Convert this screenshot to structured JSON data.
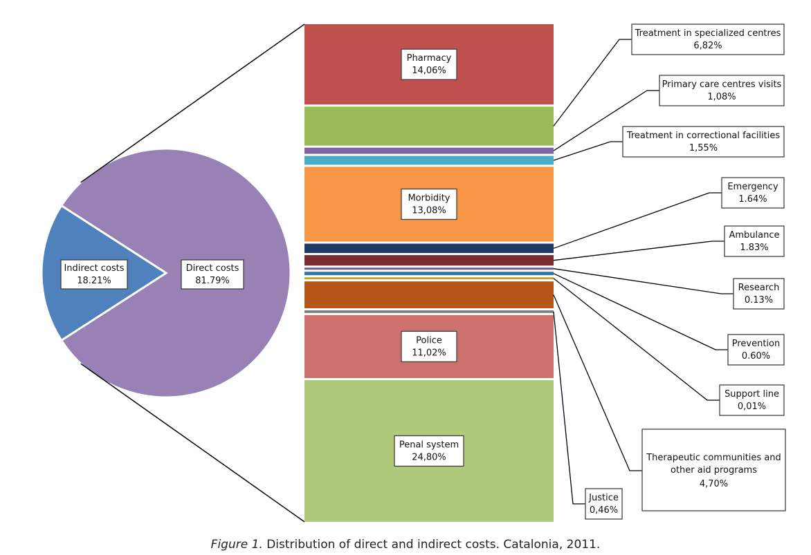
{
  "chart_data": {
    "type": "bar-of-pie",
    "pie": [
      {
        "label": "Indirect costs",
        "value_label": "18.21%",
        "value": 18.21,
        "color": "#4f81bd"
      },
      {
        "label": "Direct costs",
        "value_label": "81.79%",
        "value": 81.79,
        "color": "#9882b5"
      }
    ],
    "bar": [
      {
        "label": "Pharmacy",
        "value_label": "14,06%",
        "value": 14.06,
        "color": "#c0504d",
        "callout": "inside"
      },
      {
        "label": "Treatment in specialized centres",
        "value_label": "6,82%",
        "value": 6.82,
        "color": "#9bbb59",
        "callout": "right"
      },
      {
        "label": "Primary care centres visits",
        "value_label": "1,08%",
        "value": 1.08,
        "color": "#8064a2",
        "callout": "right"
      },
      {
        "label": "Treatment in correctional facilities",
        "value_label": "1,55%",
        "value": 1.55,
        "color": "#4bacc6",
        "callout": "right"
      },
      {
        "label": "Morbidity",
        "value_label": "13,08%",
        "value": 13.08,
        "color": "#f79646",
        "callout": "inside"
      },
      {
        "label": "Emergency",
        "value_label": "1.64%",
        "value": 1.64,
        "color": "#1f3864",
        "callout": "right"
      },
      {
        "label": "Ambulance",
        "value_label": "1.83%",
        "value": 1.83,
        "color": "#7b2c2e",
        "callout": "right"
      },
      {
        "label": "Research",
        "value_label": "0.13%",
        "value": 0.13,
        "color": "#6b5b95",
        "callout": "right"
      },
      {
        "label": "Prevention",
        "value_label": "0.60%",
        "value": 0.6,
        "color": "#2e75b6",
        "callout": "right"
      },
      {
        "label": "Support line",
        "value_label": "0,01%",
        "value": 0.01,
        "color": "#c9a227",
        "callout": "right"
      },
      {
        "label": "Therapeutic communities and other aid programs",
        "value_label": "4,70%",
        "value": 4.7,
        "color": "#b55718",
        "callout": "right"
      },
      {
        "label": "Justice",
        "value_label": "0,46%",
        "value": 0.46,
        "color": "#7f7f7f",
        "callout": "right"
      },
      {
        "label": "Police",
        "value_label": "11,02%",
        "value": 11.02,
        "color": "#cd716e",
        "callout": "inside"
      },
      {
        "label": "Penal system",
        "value_label": "24,80%",
        "value": 24.8,
        "color": "#b0c97b",
        "callout": "inside"
      }
    ]
  },
  "caption": {
    "prefix": "Figure 1.",
    "text": " Distribution of direct and indirect costs. Catalonia, 2011."
  }
}
